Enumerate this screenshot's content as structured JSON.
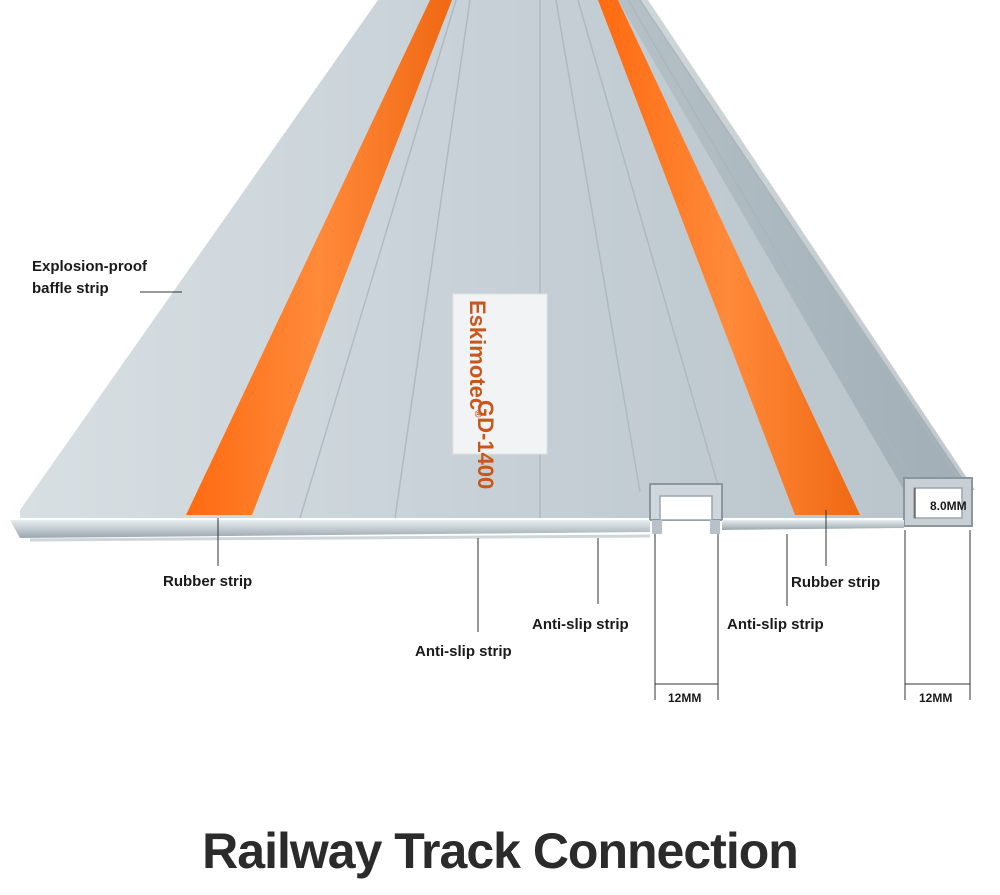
{
  "product_label": {
    "brand": "Eskimotec",
    "registered": "®",
    "model": "GD-1400"
  },
  "callouts": {
    "baffle_strip_line1": "Explosion-proof",
    "baffle_strip_line2": "baffle strip",
    "rubber_strip_left": "Rubber strip",
    "anti_slip_strip_1": "Anti-slip strip",
    "anti_slip_strip_2": "Anti-slip strip",
    "anti_slip_strip_3": "Anti-slip strip",
    "rubber_strip_right": "Rubber strip"
  },
  "dimensions": {
    "groove_width_center": "12MM",
    "groove_width_edge": "12MM",
    "groove_depth": "8.0MM"
  },
  "title": "Railway Track Connection",
  "colors": {
    "aluminum": "#c9d3d8",
    "rubber": "#ff7a1f",
    "text": "#1a1a1a"
  }
}
